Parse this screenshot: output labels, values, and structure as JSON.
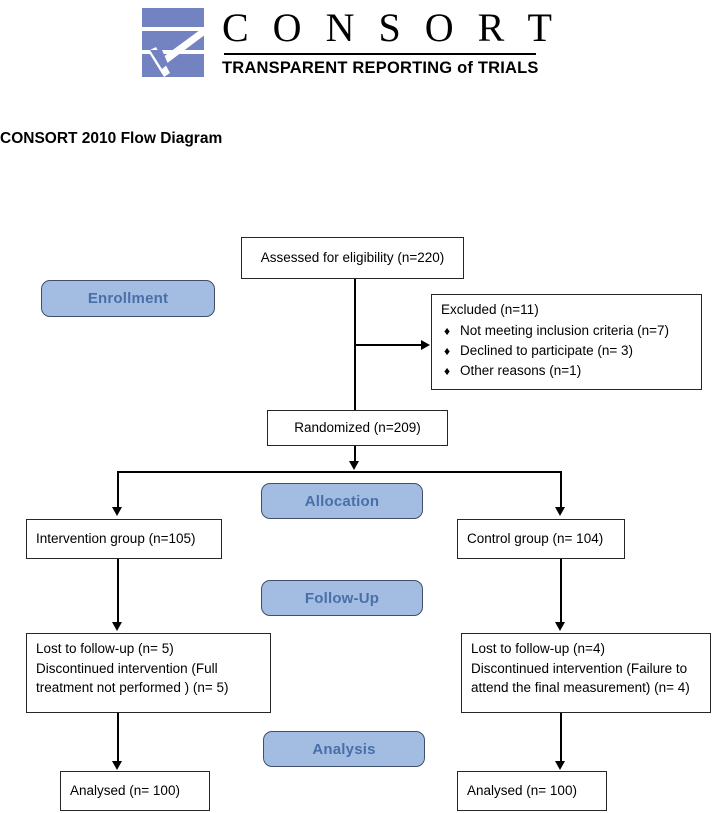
{
  "logo": {
    "wordmark": "C O N S O R T",
    "tagline": "TRANSPARENT REPORTING of TRIALS",
    "bar_color": "#7382c0"
  },
  "page_title": "CONSORT 2010 Flow Diagram",
  "stages": {
    "enrollment": "Enrollment",
    "allocation": "Allocation",
    "followup": "Follow-Up",
    "analysis": "Analysis"
  },
  "boxes": {
    "assessed": "Assessed for eligibility (n=220)",
    "excluded_head": "Excluded (n=11)",
    "excluded_reasons": [
      "Not meeting inclusion criteria (n=7)",
      "Declined to participate (n= 3)",
      "Other reasons (n=1)"
    ],
    "randomized": "Randomized (n=209)",
    "intervention_group": "Intervention group (n=105)",
    "control_group": "Control group (n= 104)",
    "intervention_followup_line1": "Lost to follow-up (n= 5)",
    "intervention_followup_line2": "Discontinued intervention (Full treatment not performed ) (n= 5)",
    "control_followup_line1": "Lost to follow-up (n=4)",
    "control_followup_line2": "Discontinued intervention (Failure to attend the final measurement) (n= 4)",
    "intervention_analysed": "Analysed (n= 100)",
    "control_analysed": "Analysed (n= 100)"
  },
  "icons": {
    "bullet": "♦"
  },
  "colors": {
    "pill_fill": "#a3bce2",
    "pill_text": "#4a6fa8",
    "pill_border": "#3f4f6b",
    "box_border": "#262626",
    "connector": "#000000"
  }
}
